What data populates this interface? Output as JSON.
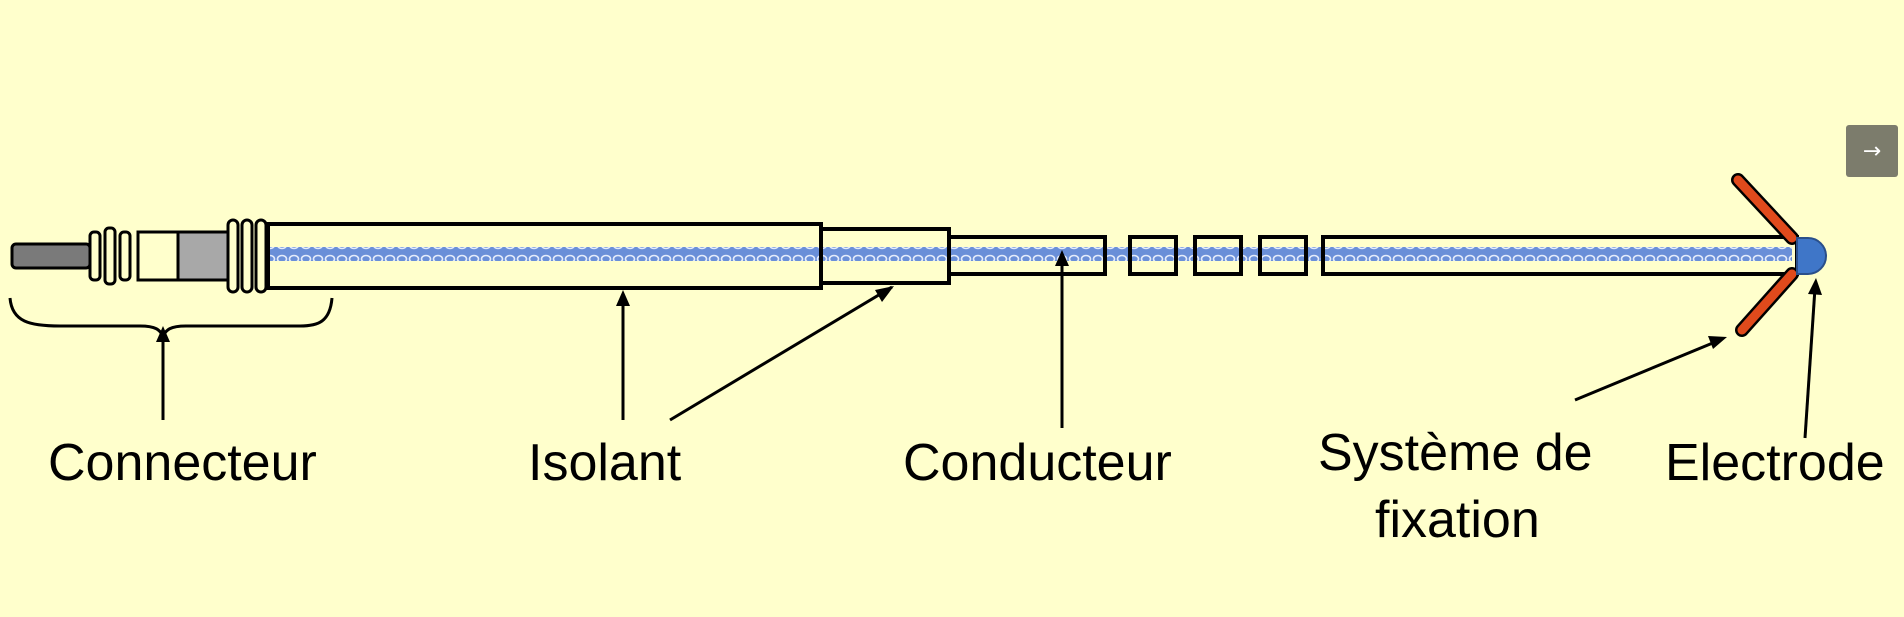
{
  "labels": {
    "connecteur": "Connecteur",
    "isolant": "Isolant",
    "conducteur": "Conducteur",
    "systeme_line1": "Système de",
    "systeme_line2": "fixation",
    "electrode": "Electrode"
  },
  "next_button": {
    "icon": "arrow-right-icon",
    "glyph": "→"
  },
  "colors": {
    "background": "#ffffcc",
    "insulation": "#ffffcc",
    "conductor": "#6a8fd8",
    "fixation": "#e04a1c",
    "electrode": "#3f76c8",
    "connector": "#9a9a9a"
  }
}
